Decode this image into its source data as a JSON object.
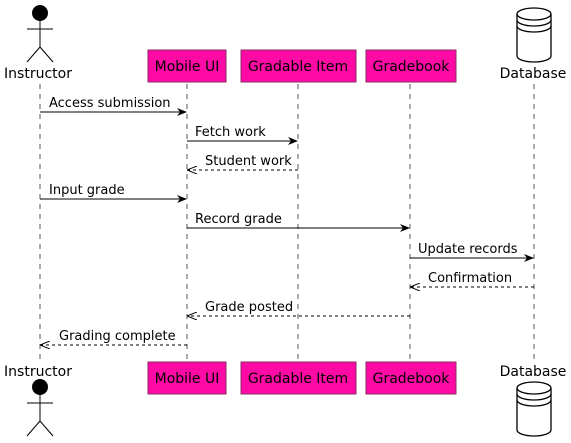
{
  "participants": [
    {
      "id": "instructor",
      "label": "Instructor",
      "kind": "actor"
    },
    {
      "id": "mobile_ui",
      "label": "Mobile UI",
      "kind": "box",
      "color": "#ff0aa4"
    },
    {
      "id": "gradable_item",
      "label": "Gradable Item",
      "kind": "box",
      "color": "#ff0aa4"
    },
    {
      "id": "gradebook",
      "label": "Gradebook",
      "kind": "box",
      "color": "#ff0aa4"
    },
    {
      "id": "database",
      "label": "Database",
      "kind": "database"
    }
  ],
  "messages": [
    {
      "from": "instructor",
      "to": "mobile_ui",
      "label": "Access submission",
      "style": "solid"
    },
    {
      "from": "mobile_ui",
      "to": "gradable_item",
      "label": "Fetch work",
      "style": "solid"
    },
    {
      "from": "gradable_item",
      "to": "mobile_ui",
      "label": "Student work",
      "style": "dashed"
    },
    {
      "from": "instructor",
      "to": "mobile_ui",
      "label": "Input grade",
      "style": "solid"
    },
    {
      "from": "mobile_ui",
      "to": "gradebook",
      "label": "Record grade",
      "style": "solid"
    },
    {
      "from": "gradebook",
      "to": "database",
      "label": "Update records",
      "style": "solid"
    },
    {
      "from": "database",
      "to": "gradebook",
      "label": "Confirmation",
      "style": "dashed"
    },
    {
      "from": "gradebook",
      "to": "mobile_ui",
      "label": "Grade posted",
      "style": "dashed"
    },
    {
      "from": "mobile_ui",
      "to": "instructor",
      "label": "Grading complete",
      "style": "dashed"
    }
  ]
}
